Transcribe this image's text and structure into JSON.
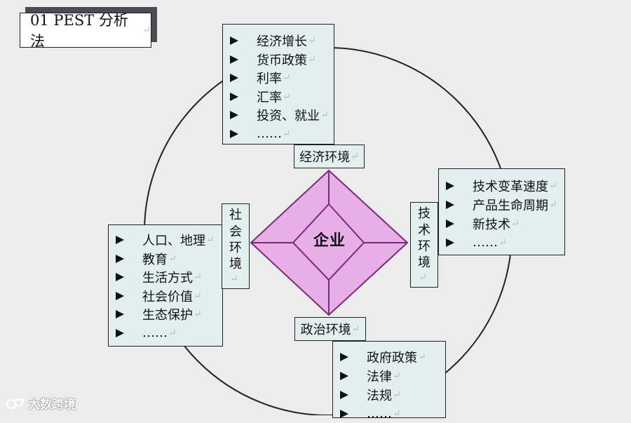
{
  "title": "01 PEST 分析法",
  "return_mark": "↵",
  "center": "企业",
  "economic": {
    "label": "经济环境",
    "items": [
      "经济增长",
      "货币政策",
      "利率",
      "汇率",
      "投资、就业",
      "……"
    ]
  },
  "technology": {
    "label": [
      "技",
      "术",
      "环",
      "境"
    ],
    "items": [
      "技术变革速度",
      "产品生命周期",
      "新技术",
      "……"
    ]
  },
  "social": {
    "label": [
      "社",
      "会",
      "环",
      "境"
    ],
    "items": [
      "人口、地理",
      "教育",
      "生活方式",
      "社会价值",
      "生态保护",
      "……"
    ]
  },
  "political": {
    "label": "政治环境",
    "items": [
      "政府政策",
      "法律",
      "法规",
      "……"
    ]
  },
  "watermark": "大数跨境",
  "colors": {
    "diamond_fill": "#e8aee8",
    "diamond_stroke": "#7a2a7a",
    "box_fill": "#e3efef",
    "background": "#ececec"
  }
}
